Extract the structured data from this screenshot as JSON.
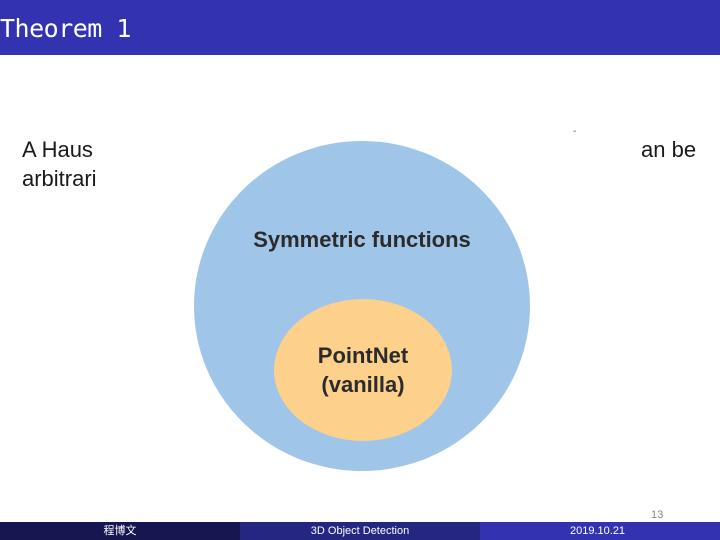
{
  "slide": {
    "title": "Theorem 1",
    "body_line1_left": "A Haus",
    "body_line1_right": "an be",
    "body_line2_left": "arbitrari",
    "dash_mark": "-",
    "page_number": "13"
  },
  "diagram": {
    "outer_label": "Symmetric functions",
    "inner_label_line1": "PointNet",
    "inner_label_line2": "(vanilla)",
    "outer_color": "#9fc5e8",
    "inner_color": "#fdd18b"
  },
  "footer": {
    "author": "程博文",
    "title": "3D Object Detection",
    "date": "2019.10.21"
  },
  "theme": {
    "title_bar_color": "#3333b2"
  }
}
